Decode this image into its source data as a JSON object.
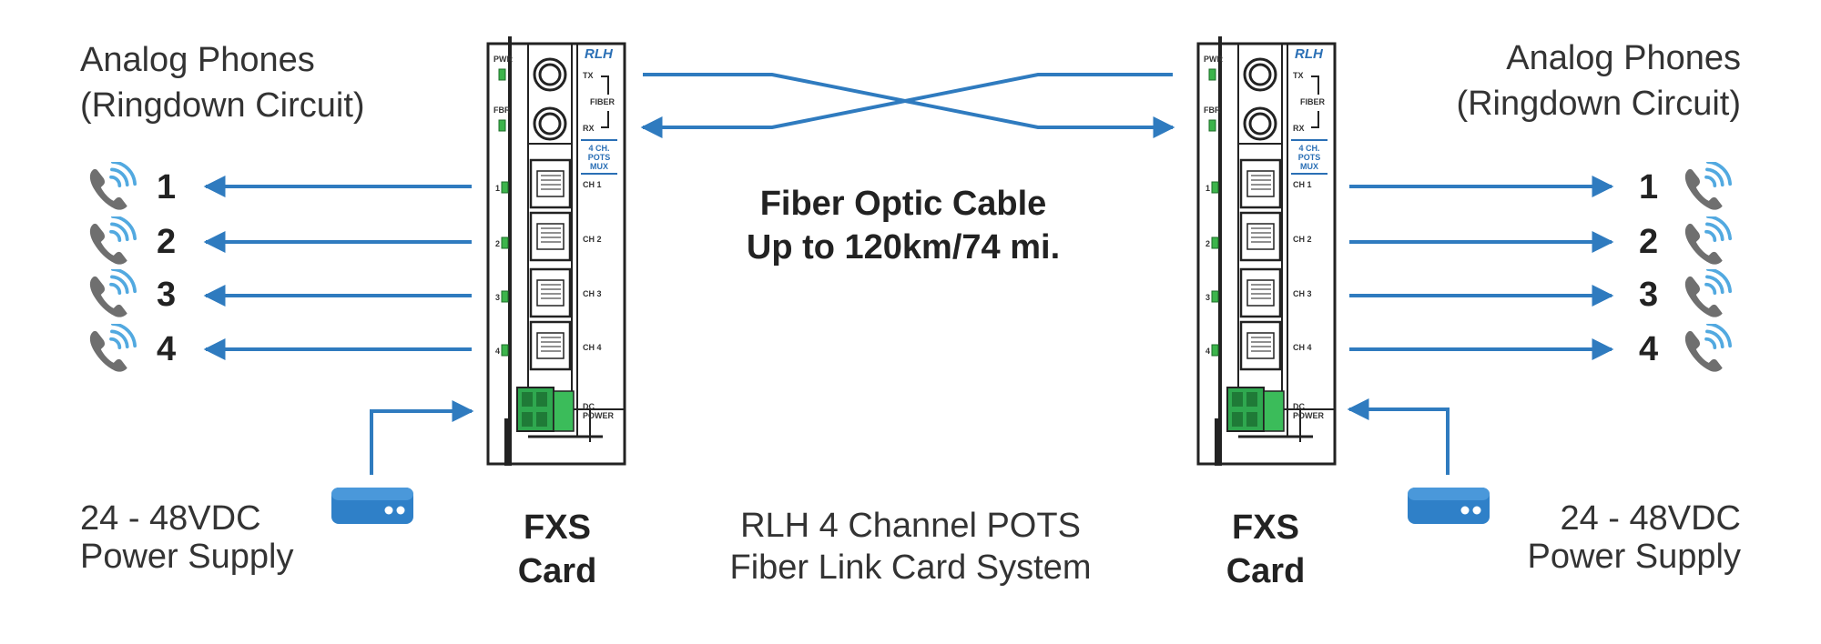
{
  "colors": {
    "arrow": "#2f7bbf",
    "fiber": "#2f7bbf",
    "card_outline": "#222222",
    "led": "#3cb44b",
    "terminal": "#2fa84f",
    "psu": "#2f80c8",
    "phone_gray": "#6f6f6f",
    "phone_blue": "#52a9e0"
  },
  "left": {
    "phones_title_line1": "Analog Phones",
    "phones_title_line2": "(Ringdown Circuit)",
    "channels": [
      "1",
      "2",
      "3",
      "4"
    ],
    "power_line1": "24 - 48VDC",
    "power_line2": "Power Supply",
    "card_line1": "FXS",
    "card_line2": "Card"
  },
  "right": {
    "phones_title_line1": "Analog Phones",
    "phones_title_line2": "(Ringdown Circuit)",
    "channels": [
      "1",
      "2",
      "3",
      "4"
    ],
    "power_line1": "24 - 48VDC",
    "power_line2": "Power Supply",
    "card_line1": "FXS",
    "card_line2": "Card"
  },
  "fiber": {
    "line1": "Fiber Optic Cable",
    "line2": "Up to 120km/74 mi."
  },
  "system": {
    "line1": "RLH 4 Channel POTS",
    "line2": "Fiber Link Card System"
  },
  "card": {
    "logo": "RLH",
    "pwr": "PWR",
    "fbr": "FBR",
    "tx": "TX",
    "rx": "RX",
    "fiber": "FIBER",
    "mux_line1": "4 CH.",
    "mux_line2": "POTS",
    "mux_line3": "MUX",
    "ch_labels": [
      "CH 1",
      "CH 2",
      "CH 3",
      "CH 4"
    ],
    "led_nums": [
      "1",
      "2",
      "3",
      "4"
    ],
    "dc_line1": "DC",
    "dc_line2": "POWER"
  }
}
